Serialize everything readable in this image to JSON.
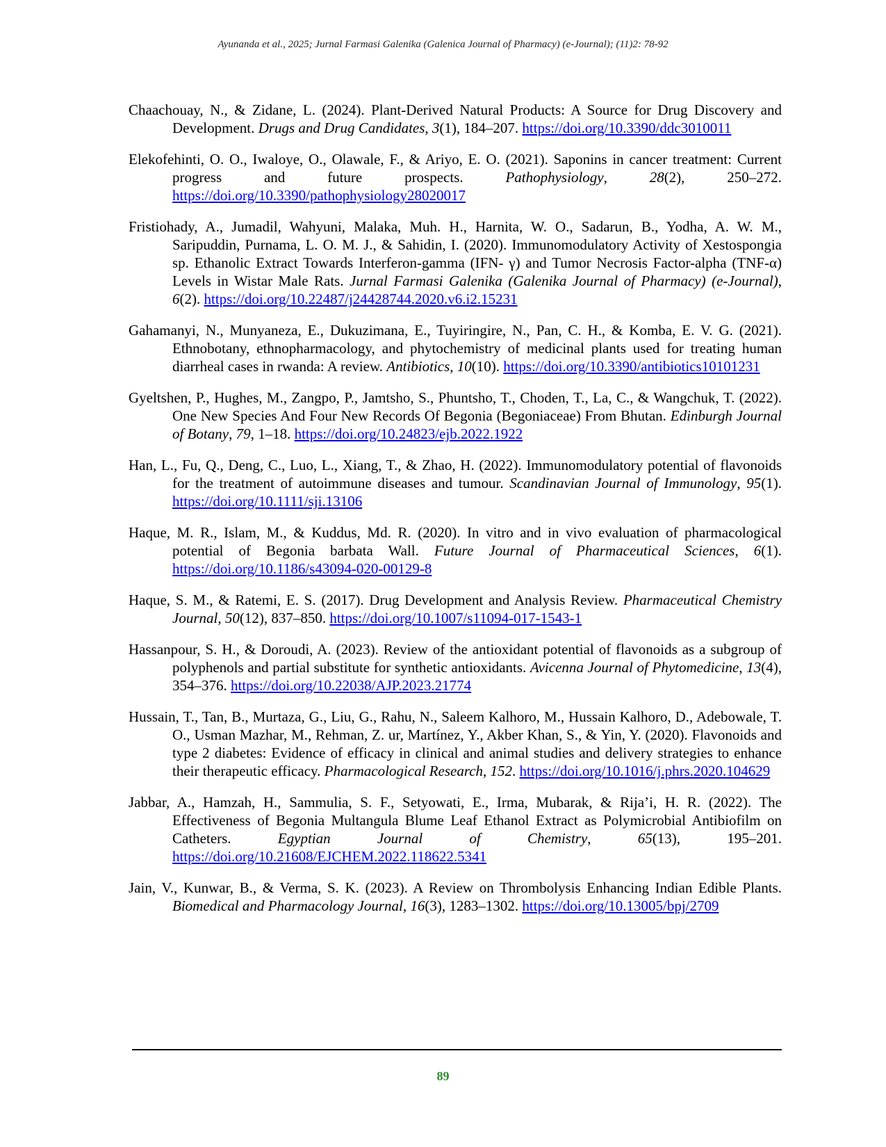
{
  "header": "Ayunanda et al., 2025; Jurnal Farmasi Galenika (Galenica Journal of Pharmacy) (e-Journal); (11)2: 78-92",
  "references": [
    {
      "plain": "Chaachouay, N., & Zidane, L. (2024). Plant-Derived Natural Products: A Source for Drug Discovery and Development. ",
      "journal": "Drugs and Drug Candidates",
      "sep": ", ",
      "volume": "3",
      "rest": "(1), 184–207. ",
      "doi": "https://doi.org/10.3390/ddc3010011"
    },
    {
      "plain": "Elekofehinti, O. O., Iwaloye, O., Olawale, F., & Ariyo, E. O. (2021). Saponins in cancer treatment: Current progress and future prospects. ",
      "journal": "Pathophysiology",
      "sep": ", ",
      "volume": "28",
      "rest": "(2), 250–272. ",
      "doi": "https://doi.org/10.3390/pathophysiology28020017"
    },
    {
      "plain": "Fristiohady, A., Jumadil, Wahyuni, Malaka, Muh. H., Harnita, W. O., Sadarun, B., Yodha, A. W. M., Saripuddin, Purnama, L. O. M. J., & Sahidin, I. (2020). Immunomodulatory Activity of Xestospongia sp. Ethanolic Extract Towards Interferon-gamma (IFN- γ) and Tumor Necrosis Factor-alpha (TNF-α) Levels in Wistar Male Rats. ",
      "journal": "Jurnal Farmasi Galenika (Galenika Journal of Pharmacy) (e-Journal)",
      "sep": ", ",
      "volume": "6",
      "rest": "(2). ",
      "doi": "https://doi.org/10.22487/j24428744.2020.v6.i2.15231"
    },
    {
      "plain": "Gahamanyi, N., Munyaneza, E., Dukuzimana, E., Tuyiringire, N., Pan, C. H., & Komba, E. V. G. (2021). Ethnobotany, ethnopharmacology, and phytochemistry of medicinal plants used for treating human diarrheal cases in rwanda: A review. ",
      "journal": "Antibiotics",
      "sep": ", ",
      "volume": "10",
      "rest": "(10). ",
      "doi": "https://doi.org/10.3390/antibiotics10101231"
    },
    {
      "plain": "Gyeltshen, P., Hughes, M., Zangpo, P., Jamtsho, S., Phuntsho, T., Choden, T., La, C., & Wangchuk, T. (2022). One New Species And Four New Records Of Begonia (Begoniaceae) From Bhutan. ",
      "journal": "Edinburgh Journal of Botany",
      "sep": ", ",
      "volume": "79",
      "rest": ", 1–18. ",
      "doi": "https://doi.org/10.24823/ejb.2022.1922"
    },
    {
      "plain": "Han, L., Fu, Q., Deng, C., Luo, L., Xiang, T., & Zhao, H. (2022). Immunomodulatory potential of flavonoids for the treatment of autoimmune diseases and tumour. ",
      "journal": "Scandinavian Journal of Immunology",
      "sep": ", ",
      "volume": "95",
      "rest": "(1). ",
      "doi": "https://doi.org/10.1111/sji.13106"
    },
    {
      "plain": "Haque, M. R., Islam, M., & Kuddus, Md. R. (2020). In vitro and in vivo evaluation of pharmacological potential of Begonia barbata Wall. ",
      "journal": "Future Journal of Pharmaceutical Sciences",
      "sep": ", ",
      "volume": "6",
      "rest": "(1). ",
      "doi": "https://doi.org/10.1186/s43094-020-00129-8"
    },
    {
      "plain": "Haque, S. M., & Ratemi, E. S. (2017). Drug Development and Analysis Review. ",
      "journal": "Pharmaceutical Chemistry Journal",
      "sep": ", ",
      "volume": "50",
      "rest": "(12), 837–850. ",
      "doi": "https://doi.org/10.1007/s11094-017-1543-1"
    },
    {
      "plain": "Hassanpour, S. H., & Doroudi, A. (2023). Review of the antioxidant potential of flavonoids as a subgroup of polyphenols and partial substitute for synthetic antioxidants. ",
      "journal": "Avicenna Journal of Phytomedicine",
      "sep": ", ",
      "volume": "13",
      "rest": "(4), 354–376. ",
      "doi": "https://doi.org/10.22038/AJP.2023.21774"
    },
    {
      "plain": "Hussain, T., Tan, B., Murtaza, G., Liu, G., Rahu, N., Saleem Kalhoro, M., Hussain Kalhoro, D., Adebowale, T. O., Usman Mazhar, M., Rehman, Z. ur, Martínez, Y., Akber Khan, S., & Yin, Y. (2020). Flavonoids and type 2 diabetes: Evidence of efficacy in clinical and animal studies and delivery strategies to enhance their therapeutic efficacy. ",
      "journal": "Pharmacological Research",
      "sep": ", ",
      "volume": "152",
      "rest": ". ",
      "doi": "https://doi.org/10.1016/j.phrs.2020.104629"
    },
    {
      "plain": "Jabbar, A., Hamzah, H., Sammulia, S. F., Setyowati, E., Irma, Mubarak, & Rija’i, H. R. (2022). The Effectiveness of Begonia Multangula Blume Leaf Ethanol Extract as Polymicrobial Antibiofilm on Catheters. ",
      "journal": "Egyptian Journal of Chemistry",
      "sep": ", ",
      "volume": "65",
      "rest": "(13), 195–201. ",
      "doi": "https://doi.org/10.21608/EJCHEM.2022.118622.5341"
    },
    {
      "plain": "Jain, V., Kunwar, B., & Verma, S. K. (2023). A Review on Thrombolysis Enhancing Indian Edible Plants. ",
      "journal": "Biomedical and Pharmacology Journal",
      "sep": ", ",
      "volume": "16",
      "rest": "(3), 1283–1302. ",
      "doi": "https://doi.org/10.13005/bpj/2709"
    }
  ],
  "page_number": "89",
  "colors": {
    "link": "#0000ee",
    "page_number": "#2e8b2e"
  }
}
